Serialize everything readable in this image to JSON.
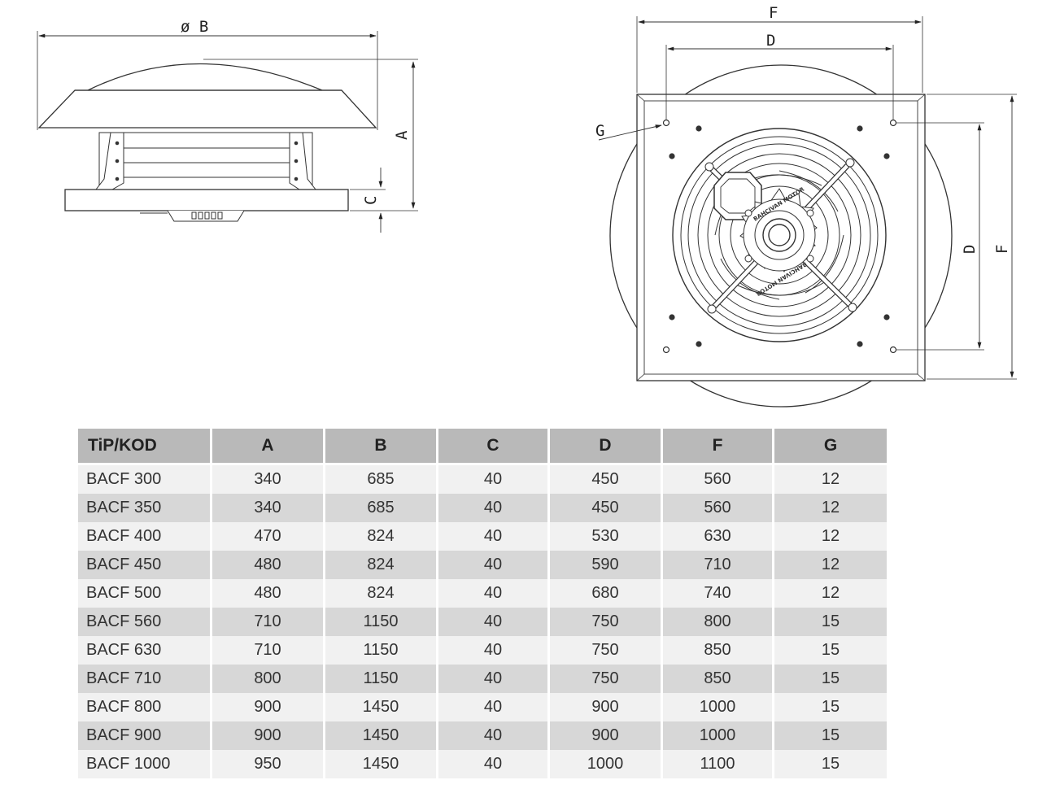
{
  "side_view": {
    "label_diameter": "ø B",
    "label_height": "A",
    "label_base": "C"
  },
  "top_view": {
    "label_outer_width": "F",
    "label_hole_spacing": "D",
    "label_hole": "G",
    "label_hole_spacing_vertical": "D",
    "label_outer_height": "F",
    "motor_text_top": "BAHCIVAN MOTOR",
    "motor_text_bottom": "BAHCIVAN MOTOR"
  },
  "table": {
    "headers": [
      "TiP/KOD",
      "A",
      "B",
      "C",
      "D",
      "F",
      "G"
    ],
    "rows": [
      [
        "BACF 300",
        "340",
        "685",
        "40",
        "450",
        "560",
        "12"
      ],
      [
        "BACF 350",
        "340",
        "685",
        "40",
        "450",
        "560",
        "12"
      ],
      [
        "BACF 400",
        "470",
        "824",
        "40",
        "530",
        "630",
        "12"
      ],
      [
        "BACF 450",
        "480",
        "824",
        "40",
        "590",
        "710",
        "12"
      ],
      [
        "BACF 500",
        "480",
        "824",
        "40",
        "680",
        "740",
        "12"
      ],
      [
        "BACF 560",
        "710",
        "1150",
        "40",
        "750",
        "800",
        "15"
      ],
      [
        "BACF 630",
        "710",
        "1150",
        "40",
        "750",
        "850",
        "15"
      ],
      [
        "BACF 710",
        "800",
        "1150",
        "40",
        "750",
        "850",
        "15"
      ],
      [
        "BACF 800",
        "900",
        "1450",
        "40",
        "900",
        "1000",
        "15"
      ],
      [
        "BACF 900",
        "900",
        "1450",
        "40",
        "900",
        "1000",
        "15"
      ],
      [
        "BACF 1000",
        "950",
        "1450",
        "40",
        "1000",
        "1100",
        "15"
      ]
    ]
  }
}
